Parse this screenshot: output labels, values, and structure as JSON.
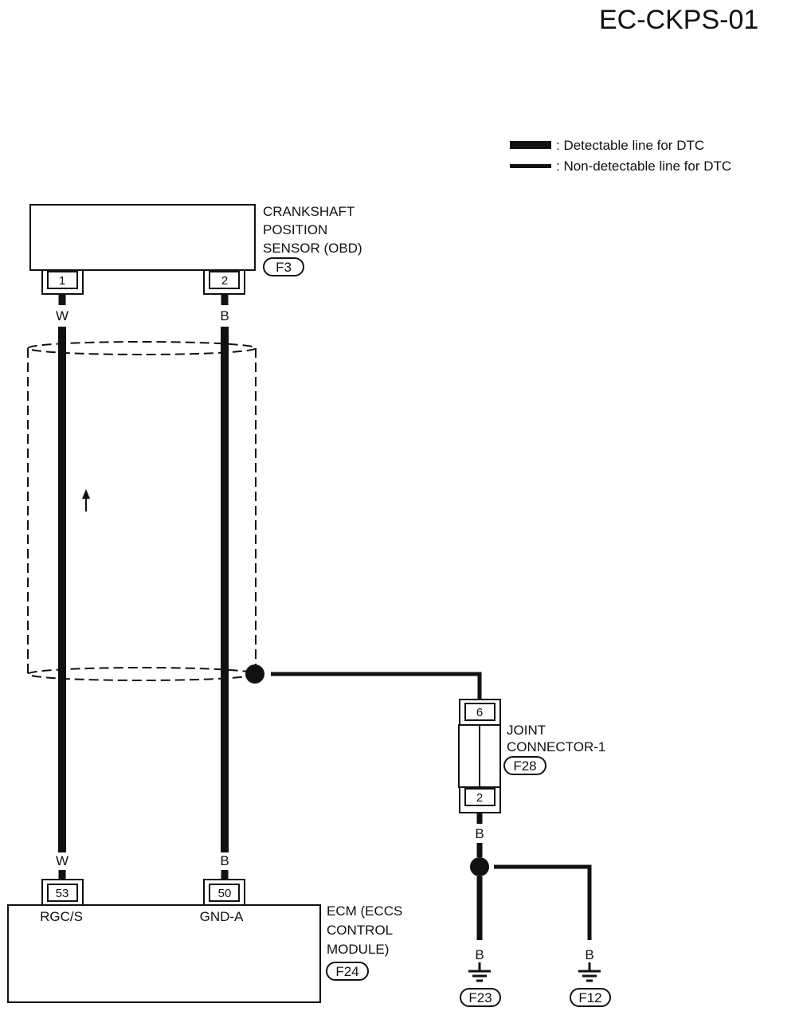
{
  "page_code": "EC-CKPS-01",
  "legend": {
    "detectable": ": Detectable line for DTC",
    "non_detectable": ": Non-detectable line for DTC"
  },
  "crankshaft_sensor": {
    "line1": "CRANKSHAFT",
    "line2": "POSITION",
    "line3": "SENSOR (OBD)",
    "connector": "F3",
    "pin_1": "1",
    "pin_2": "2"
  },
  "wires": {
    "w_top": "W",
    "b_top": "B",
    "w_bottom": "W",
    "b_bottom": "B",
    "jc_out": "B",
    "ground_f23": "B",
    "ground_f12": "B"
  },
  "joint_connector": {
    "line1": "JOINT",
    "line2": "CONNECTOR-1",
    "connector": "F28",
    "pin_top": "6",
    "pin_bottom": "2"
  },
  "ecm": {
    "line1": "ECM (ECCS",
    "line2": "CONTROL",
    "line3": "MODULE)",
    "connector": "F24",
    "pin_53": "53",
    "pin_50": "50",
    "term_53": "RGC/S",
    "term_50": "GND-A"
  },
  "grounds": {
    "left": "F23",
    "right": "F12"
  },
  "colors": {
    "ink": "#111111",
    "background": "#ffffff"
  }
}
